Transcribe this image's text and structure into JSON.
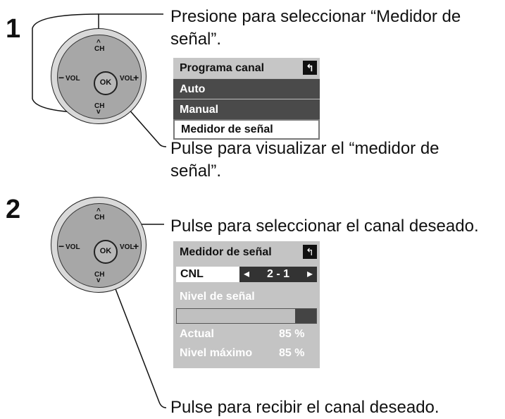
{
  "step1": {
    "number": "1",
    "instruction_top": "Presione para seleccionar “Medidor de señal”.",
    "instruction_bottom": "Pulse para visualizar el “medidor de señal”.",
    "menu": {
      "title": "Programa canal",
      "items": [
        "Auto",
        "Manual",
        "Medidor de señal"
      ]
    }
  },
  "step2": {
    "number": "2",
    "instruction_top": "Pulse para seleccionar el canal deseado.",
    "instruction_bottom": "Pulse para recibir el canal deseado.",
    "meter": {
      "title": "Medidor de señal",
      "cnl_label": "CNL",
      "cnl_value": "2 - 1",
      "level_label": "Nivel de señal",
      "signal_level_fraction": 0.85,
      "actual_label": "Actual",
      "actual_value": "85 %",
      "max_label": "Nivel máximo",
      "max_value": "85 %"
    }
  },
  "remote": {
    "ok": "OK",
    "ch": "CH",
    "vol_minus": "VOL",
    "vol_plus": "VOL",
    "minus": "−",
    "plus": "+",
    "up": "^",
    "down": "v"
  },
  "icons": {
    "back": "return-icon",
    "left_arrow": "◂",
    "right_arrow": "▸",
    "return_glyph": "↰"
  }
}
